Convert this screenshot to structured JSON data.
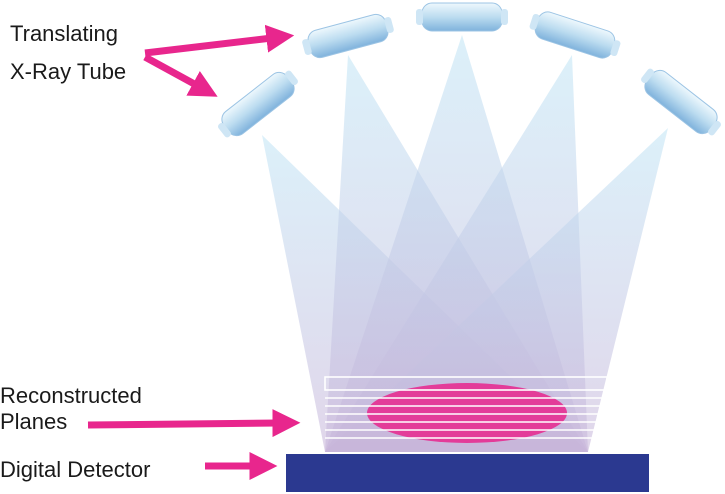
{
  "labels": {
    "tube_line1": "Translating",
    "tube_line2": "X-Ray Tube",
    "planes_line1": "Reconstructed",
    "planes_line2": "Planes",
    "detector": "Digital Detector"
  },
  "colors": {
    "arrow": "#e8268d",
    "detector": "#2b3990",
    "beam_top": "#bfe4f5",
    "beam_bottom": "#c7b4d9",
    "tube_light": "#e6f4fb",
    "tube_dark": "#7fb2dc",
    "ellipse": "#e8268d",
    "plane_line": "#ffffff"
  },
  "tube_count": 5,
  "plane_count": 7
}
